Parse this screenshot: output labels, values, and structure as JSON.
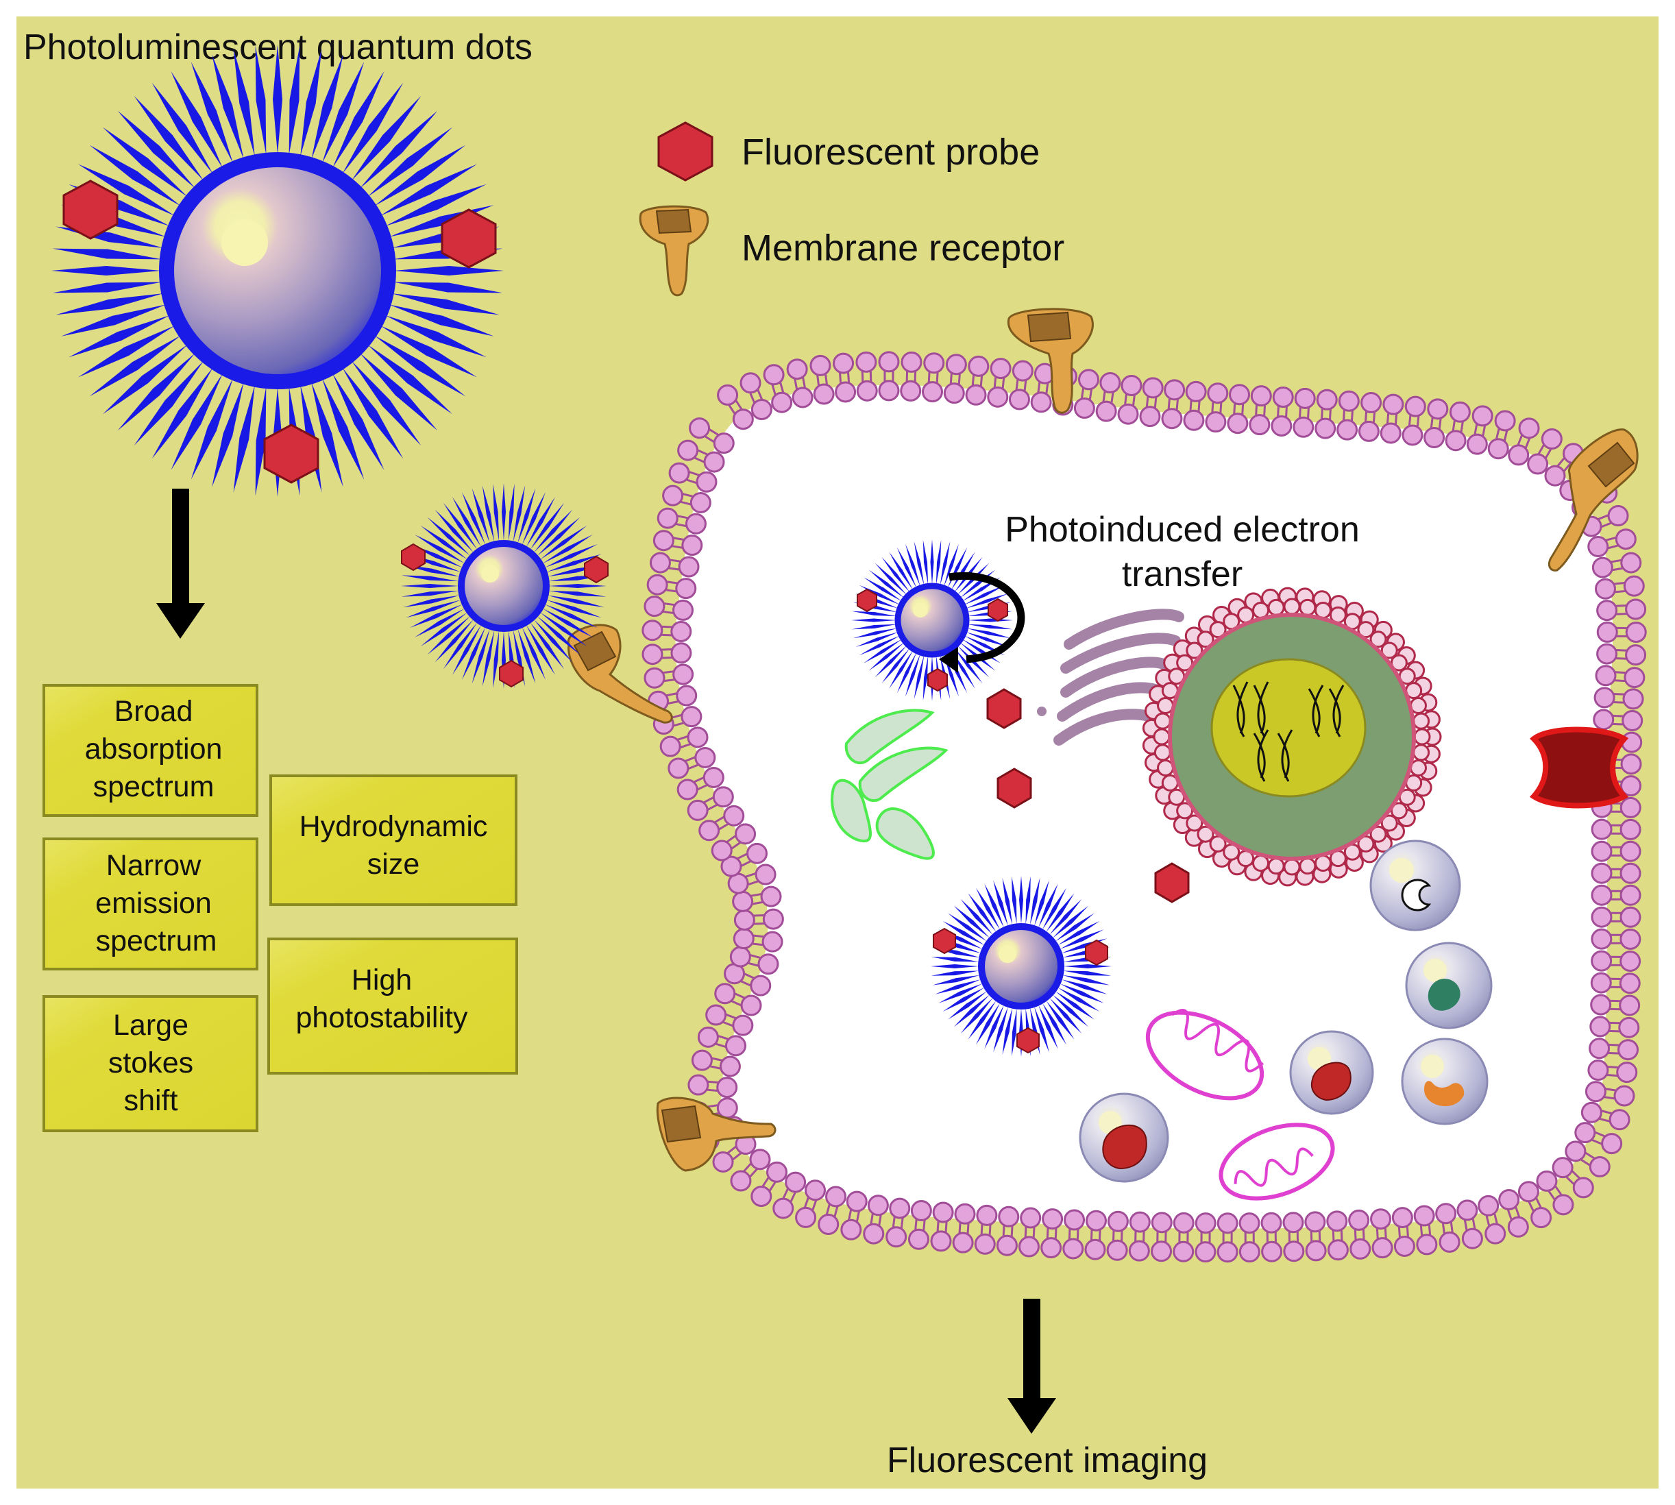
{
  "title": "Photoluminescent quantum dots",
  "legend": {
    "probe": "Fluorescent probe",
    "receptor": "Membrane receptor"
  },
  "properties": [
    [
      "Broad",
      "absorption",
      "spectrum"
    ],
    [
      "Narrow",
      "emission",
      "spectrum"
    ],
    [
      "Large",
      "stokes",
      "shift"
    ],
    [
      "Hydrodynamic",
      "size"
    ],
    [
      "High",
      "photostability"
    ]
  ],
  "pet_label": [
    "Photoinduced electron",
    "transfer"
  ],
  "output_label": "Fluorescent imaging",
  "colors": {
    "background": "#DEDC84",
    "box_fill": "#E0DB3A",
    "box_border": "#8A8A20",
    "probe": "#D42D3B",
    "receptor": "#E1A347",
    "receptor_slot": "#9A6A2A",
    "membrane_head": "#E3A4DC",
    "membrane_stroke": "#A24D98",
    "qd_shell": "#1919E6",
    "nucleus_envelope": "#B0284A",
    "nucleus_outer": "#7C9E70",
    "nucleus_inner": "#C9C826",
    "mitochondria": "#E040D0",
    "golgi": "#A583A6",
    "er": "#4DEB4D",
    "channel": "#A01818"
  }
}
